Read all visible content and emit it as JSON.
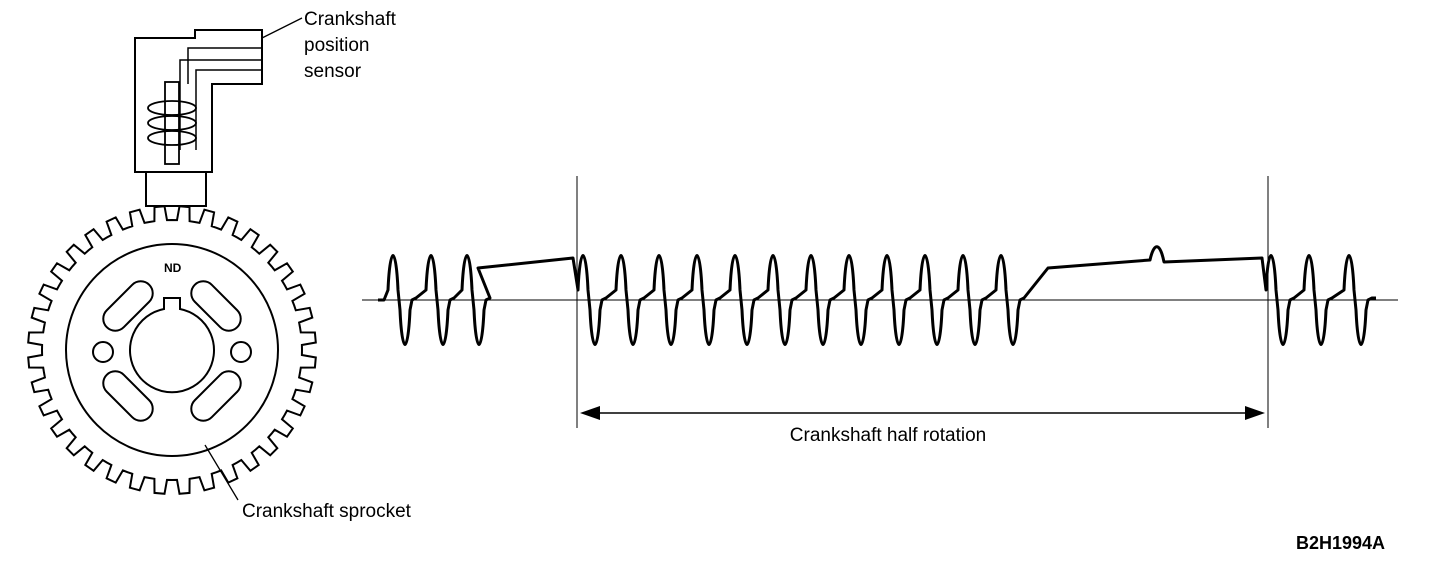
{
  "labels": {
    "sensor_line1": "Crankshaft",
    "sensor_line2": "position",
    "sensor_line3": "sensor",
    "sprocket": "Crankshaft sprocket",
    "sprocket_mark": "ND",
    "half_rotation": "Crankshaft half rotation",
    "figure_code": "B2H1994A"
  },
  "waveform": {
    "segments": [
      {
        "pulses": 3,
        "trailing": "long-gap"
      },
      {
        "pulses": 12,
        "trailing": "long-gap-with-missing-tooth-bump"
      },
      {
        "pulses": 3,
        "trailing": "end"
      }
    ]
  },
  "sprocket": {
    "teeth": 36,
    "side_holes": 2,
    "slots": 4
  }
}
